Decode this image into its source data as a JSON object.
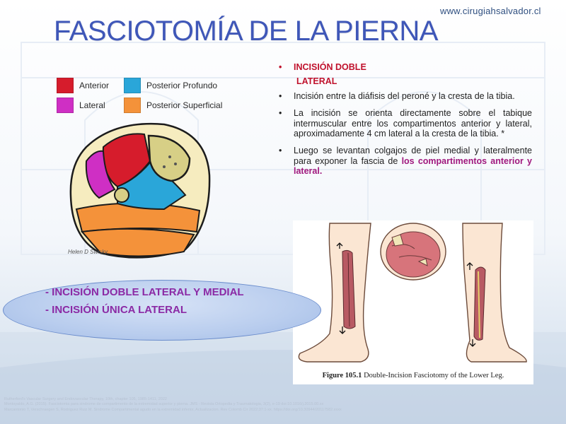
{
  "header": {
    "url": "www.cirugiahsalvador.cl",
    "title": "FASCIOTOMÍA DE LA PIERNA"
  },
  "legend": {
    "items": [
      {
        "label": "Anterior",
        "color": "#d61c2c"
      },
      {
        "label": "Posterior Profundo",
        "color": "#2aa6d9"
      },
      {
        "label": "Lateral",
        "color": "#cf2fc4"
      },
      {
        "label": "Posterior Superficial",
        "color": "#f4923a"
      }
    ]
  },
  "cross_section": {
    "artist_signature": "Helen D Swisky"
  },
  "bullets": {
    "heading_line1": "INCISIÓN DOBLE",
    "heading_line2": "LATERAL",
    "item1": "Incisión entre la diáfisis del peroné y la cresta de la tibia.",
    "item2": " La incisión se orienta directamente sobre el tabique intermuscular entre los compartimentos anterior y lateral, aproximadamente 4 cm lateral a la cresta de la tibia. *",
    "item3_text": "Luego se levantan colgajos de piel medial y lateralmente para exponer la fascia de ",
    "item3_highlight": "los compartimentos anterior y lateral",
    "item3_end": "."
  },
  "figure": {
    "caption_bold": "Figure 105.1",
    "caption_text": "Double-Incision Fasciotomy of the Lower Leg."
  },
  "note": {
    "line1": "- INCISIÓN DOBLE LATERAL Y MEDIAL",
    "line2": "- INCISIÓN ÚNICA LATERAL"
  },
  "references": {
    "line1": "Rutherford's Vascular Surgery and Endovascular Therapy, 10th, chapter 105, 1985-1411, 2022",
    "line2": "Montoyaldo, A.G. (2015). Fasciotomia para sindrome de compartimento de la extremidad superior y pierna. JMS - Revista Ortopedia y Traumatologia, 3(2), e-19 doi:10.1016/j.2015.00.xx",
    "line3": "Marcantonio T, Verschraegen S, Rodriguez Ruiz M. Sindrome Compartimental agudo en la extremidad inferior, Actualizacion. Rev Colomb Cir 2022;37:1-xx. https://doi.org/10.30944/20117582.xxxx"
  },
  "colors": {
    "title": "#3f57b8",
    "heading_red": "#c0112c",
    "highlight_purple": "#a0197e",
    "note_purple": "#8b2aa5"
  }
}
